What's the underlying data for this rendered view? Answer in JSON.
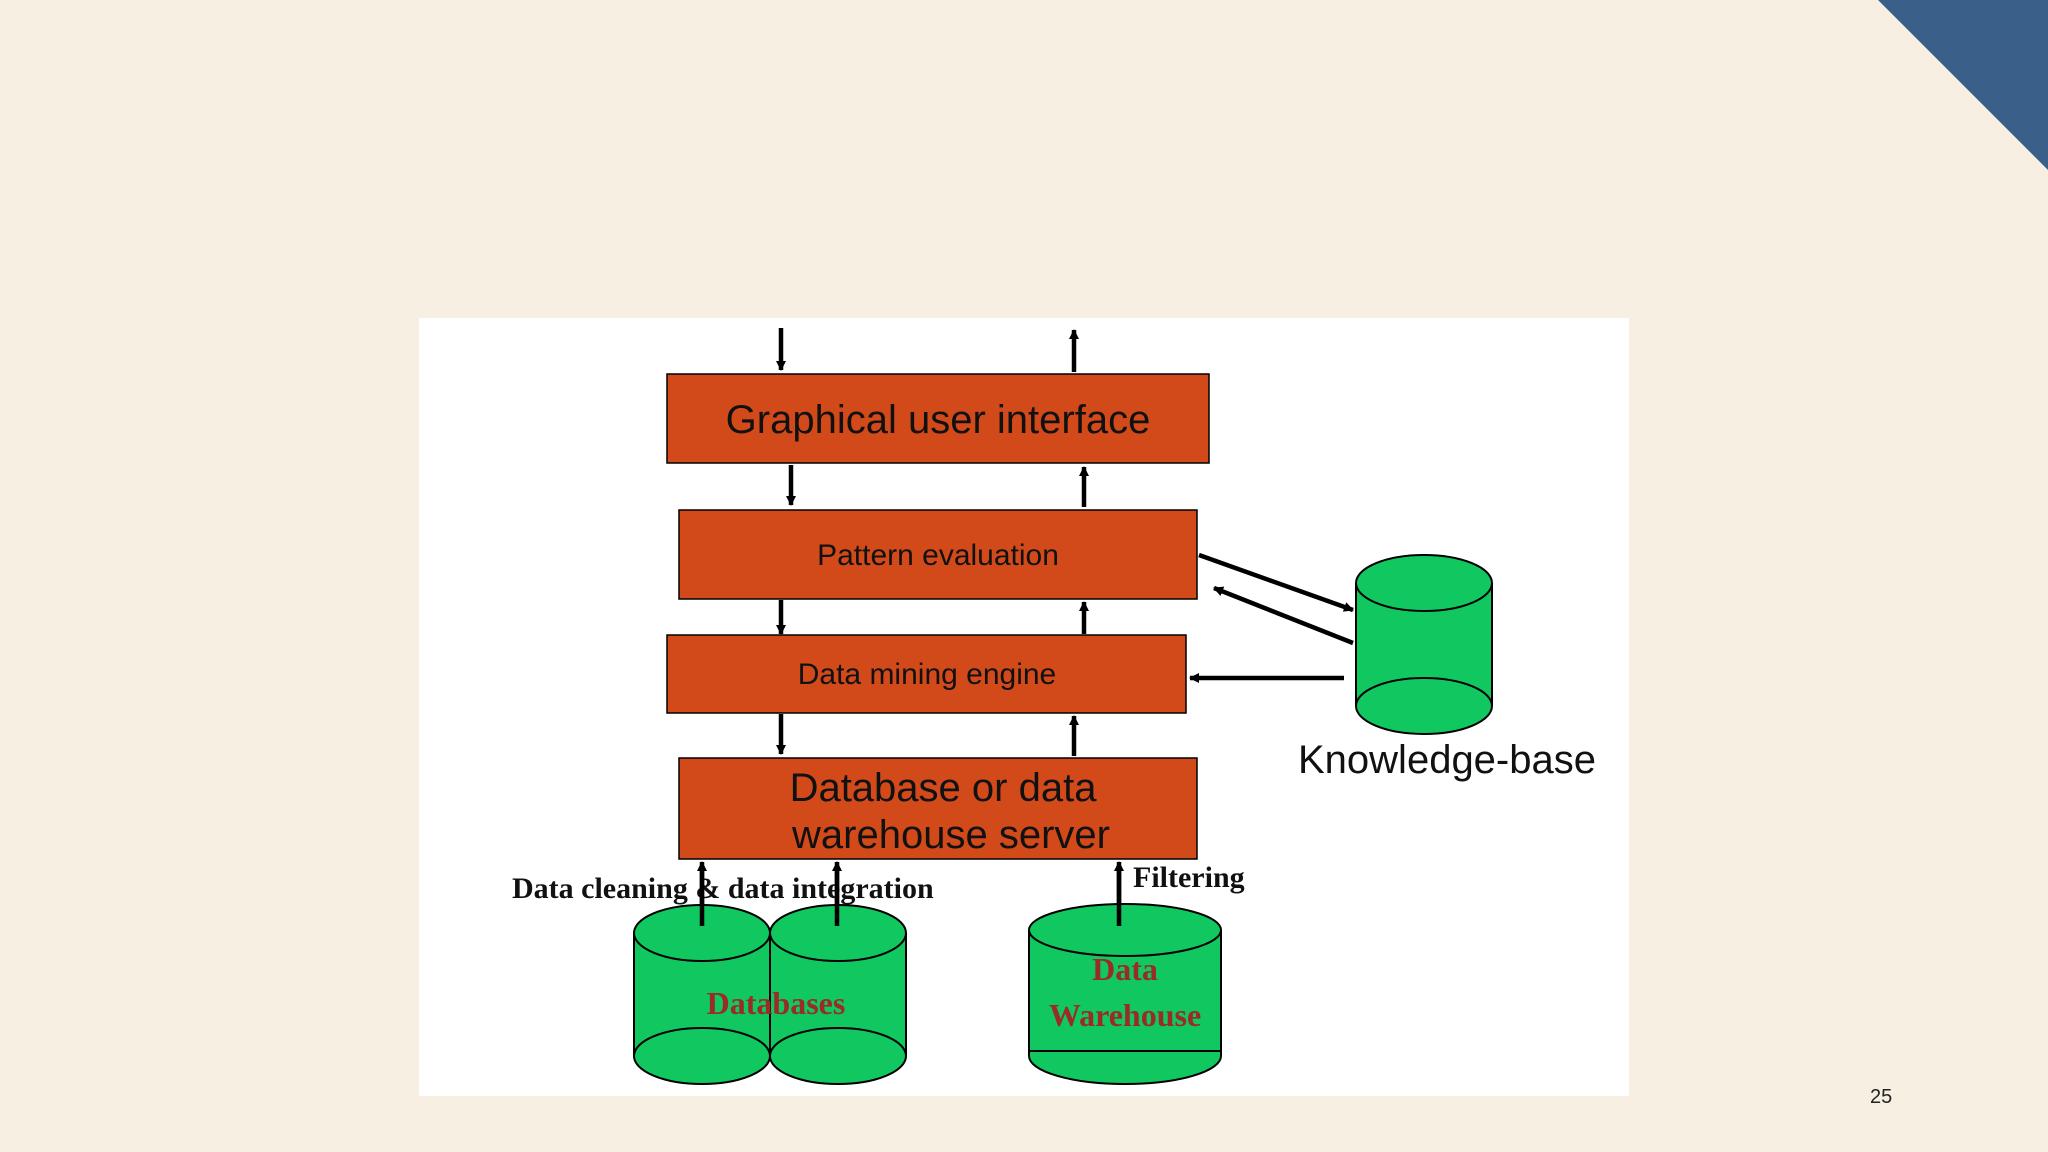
{
  "slide": {
    "number": "25",
    "colors": {
      "background": "#f8efe3",
      "corner": "#3a5f88"
    }
  },
  "diagram": {
    "colors": {
      "box": "#d24a1a",
      "cylinder": "#11c75f",
      "cylinder_text": "#9a2b25"
    },
    "layers": {
      "gui": "Graphical user interface",
      "pattern_evaluation": "Pattern evaluation",
      "data_mining_engine": "Data mining engine",
      "server_line1": "Database or data",
      "server_line2": "warehouse server"
    },
    "knowledge_base": "Knowledge-base",
    "labels": {
      "cleaning": "Data cleaning & data integration",
      "filtering": "Filtering"
    },
    "sources": {
      "databases": "Databases",
      "warehouse_line1": "Data",
      "warehouse_line2": "Warehouse"
    }
  }
}
